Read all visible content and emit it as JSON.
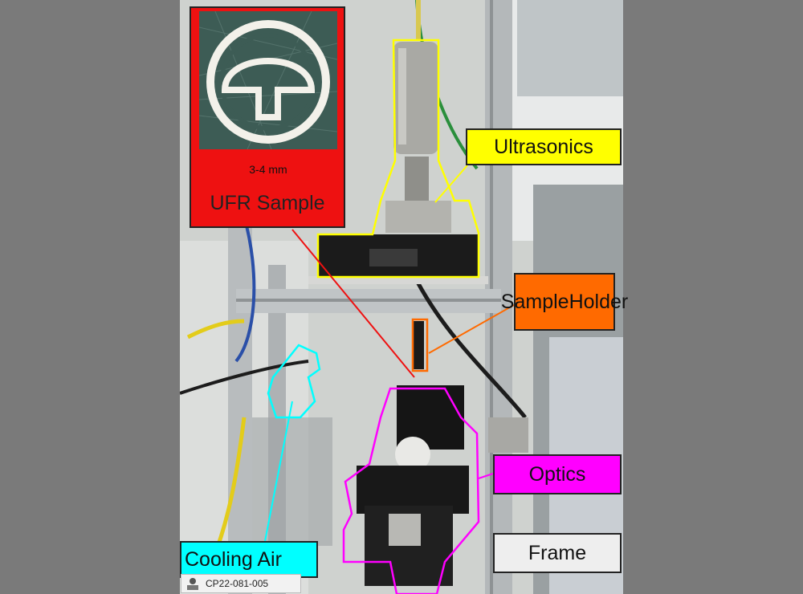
{
  "labels": {
    "ultrasonics": "Ultrasonics",
    "sample_holder_line1": "Sample",
    "sample_holder_line2": "Holder",
    "optics": "Optics",
    "frame": "Frame",
    "cooling_air": "Cooling Air",
    "ufr_sample": "UFR Sample",
    "scale": "3-4 mm",
    "id_tag": "CP22-081-005"
  },
  "colors": {
    "ultrasonics": "#ffff00",
    "sample_holder": "#ff6a00",
    "optics": "#ff00ff",
    "frame": "#eeeeee",
    "cooling_air": "#00ffff",
    "ufr_sample": "#ee1111"
  }
}
